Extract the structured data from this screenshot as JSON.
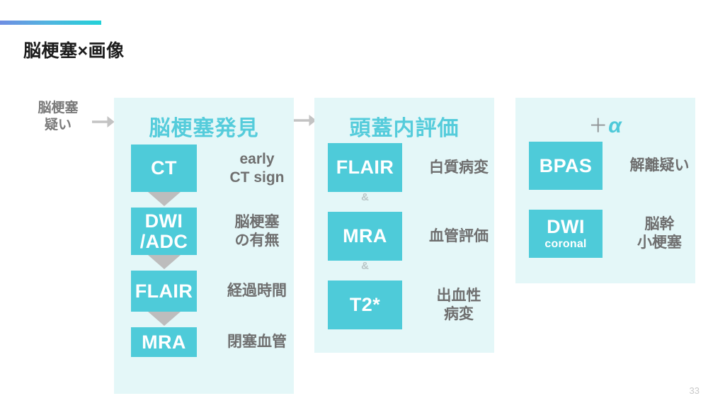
{
  "slide": {
    "title": "脳梗塞－画像",
    "title_text": "脳梗塞×画像",
    "page_number": "33",
    "accent_from": "#6f8ee2",
    "accent_to": "#22d2d8"
  },
  "entry": {
    "label_line1": "脳梗塞",
    "label_line2": "疑い",
    "arrow": "→"
  },
  "arrows": {
    "stage1_to_stage2": "→"
  },
  "colors": {
    "panel_background": "#e4f7f8",
    "chip_background": "#4ecbd9",
    "heading": "#55ccdb",
    "description": "#6f6f6f",
    "connector": "#bdbdbd"
  },
  "panels": [
    {
      "heading": "脳梗塞発見",
      "rows": [
        {
          "chip_main": "CT",
          "chip_sub": "",
          "desc": "early\nCT sign",
          "connector": "arrow"
        },
        {
          "chip_main": "DWI\n/ADC",
          "chip_sub": "",
          "desc": "脳梗塞\nの有無",
          "connector": "arrow"
        },
        {
          "chip_main": "FLAIR",
          "chip_sub": "",
          "desc": "経過時間",
          "connector": "arrow"
        },
        {
          "chip_main": "MRA",
          "chip_sub": "",
          "desc": "閉塞血管",
          "connector": "none"
        }
      ]
    },
    {
      "heading": "頭蓋内評価",
      "rows": [
        {
          "chip_main": "FLAIR",
          "chip_sub": "",
          "desc": "白質病変",
          "connector": "amp"
        },
        {
          "chip_main": "MRA",
          "chip_sub": "",
          "desc": "血管評価",
          "connector": "amp"
        },
        {
          "chip_main": "T2*",
          "chip_sub": "",
          "desc": "出血性\n病変",
          "connector": "none"
        }
      ],
      "connector_symbol": "&"
    },
    {
      "heading_plus": "＋",
      "heading_alpha": "α",
      "rows": [
        {
          "chip_main": "BPAS",
          "chip_sub": "",
          "desc": "解離疑い",
          "connector": "gap"
        },
        {
          "chip_main": "DWI",
          "chip_sub": "coronal",
          "desc": "脳幹\n小梗塞",
          "connector": "none"
        }
      ]
    }
  ]
}
